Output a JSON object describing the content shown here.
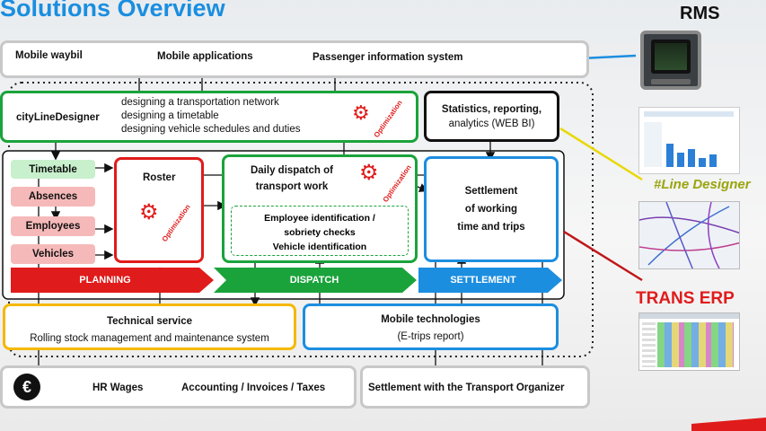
{
  "title": "Solutions Overview",
  "top_bar": {
    "mobile_waybill": "Mobile waybil",
    "mobile_applications": "Mobile applications",
    "passenger_info": "Passenger information system"
  },
  "designer": {
    "name": "cityLineDesigner",
    "tasks": [
      "designing a transportation network",
      "designing a timetable",
      "designing vehicle schedules and duties"
    ]
  },
  "statistics": {
    "line1": "Statistics, reporting,",
    "line2": "analytics (WEB BI)"
  },
  "planning_items": {
    "timetable": "Timetable",
    "absences": "Absences",
    "employees": "Employees",
    "vehicles": "Vehicles"
  },
  "roster": {
    "label": "Roster"
  },
  "dispatch": {
    "line1": "Daily dispatch of",
    "line2": "transport work",
    "sub": [
      "Employee identification /",
      "sobriety checks",
      "Vehicle identification"
    ]
  },
  "settlement": {
    "lines": [
      "Settlement",
      "of working",
      "time and trips"
    ]
  },
  "optimization": "Optimization",
  "phases": {
    "planning": "PLANNING",
    "dispatch": "DISPATCH",
    "settlement": "SETTLEMENT"
  },
  "technical": {
    "line1": "Technical service",
    "line2": "Rolling stock management and maintenance system"
  },
  "mobile_tech": {
    "line1": "Mobile technologies",
    "line2": "(E-trips report)"
  },
  "bottom": {
    "euro": "€",
    "hr": "HR Wages",
    "accounting": "Accounting / Invoices / Taxes",
    "settlement_org": "Settlement with the Transport Organizer"
  },
  "right_panel": {
    "rms": "RMS",
    "line_designer": "#Line Designer",
    "trans_erp": "TRANS ERP"
  },
  "colors": {
    "green": "#1aa33b",
    "red": "#e01b1b",
    "blue": "#1c8ee0",
    "yellow": "#f5b800",
    "title": "#1a8ee0"
  }
}
